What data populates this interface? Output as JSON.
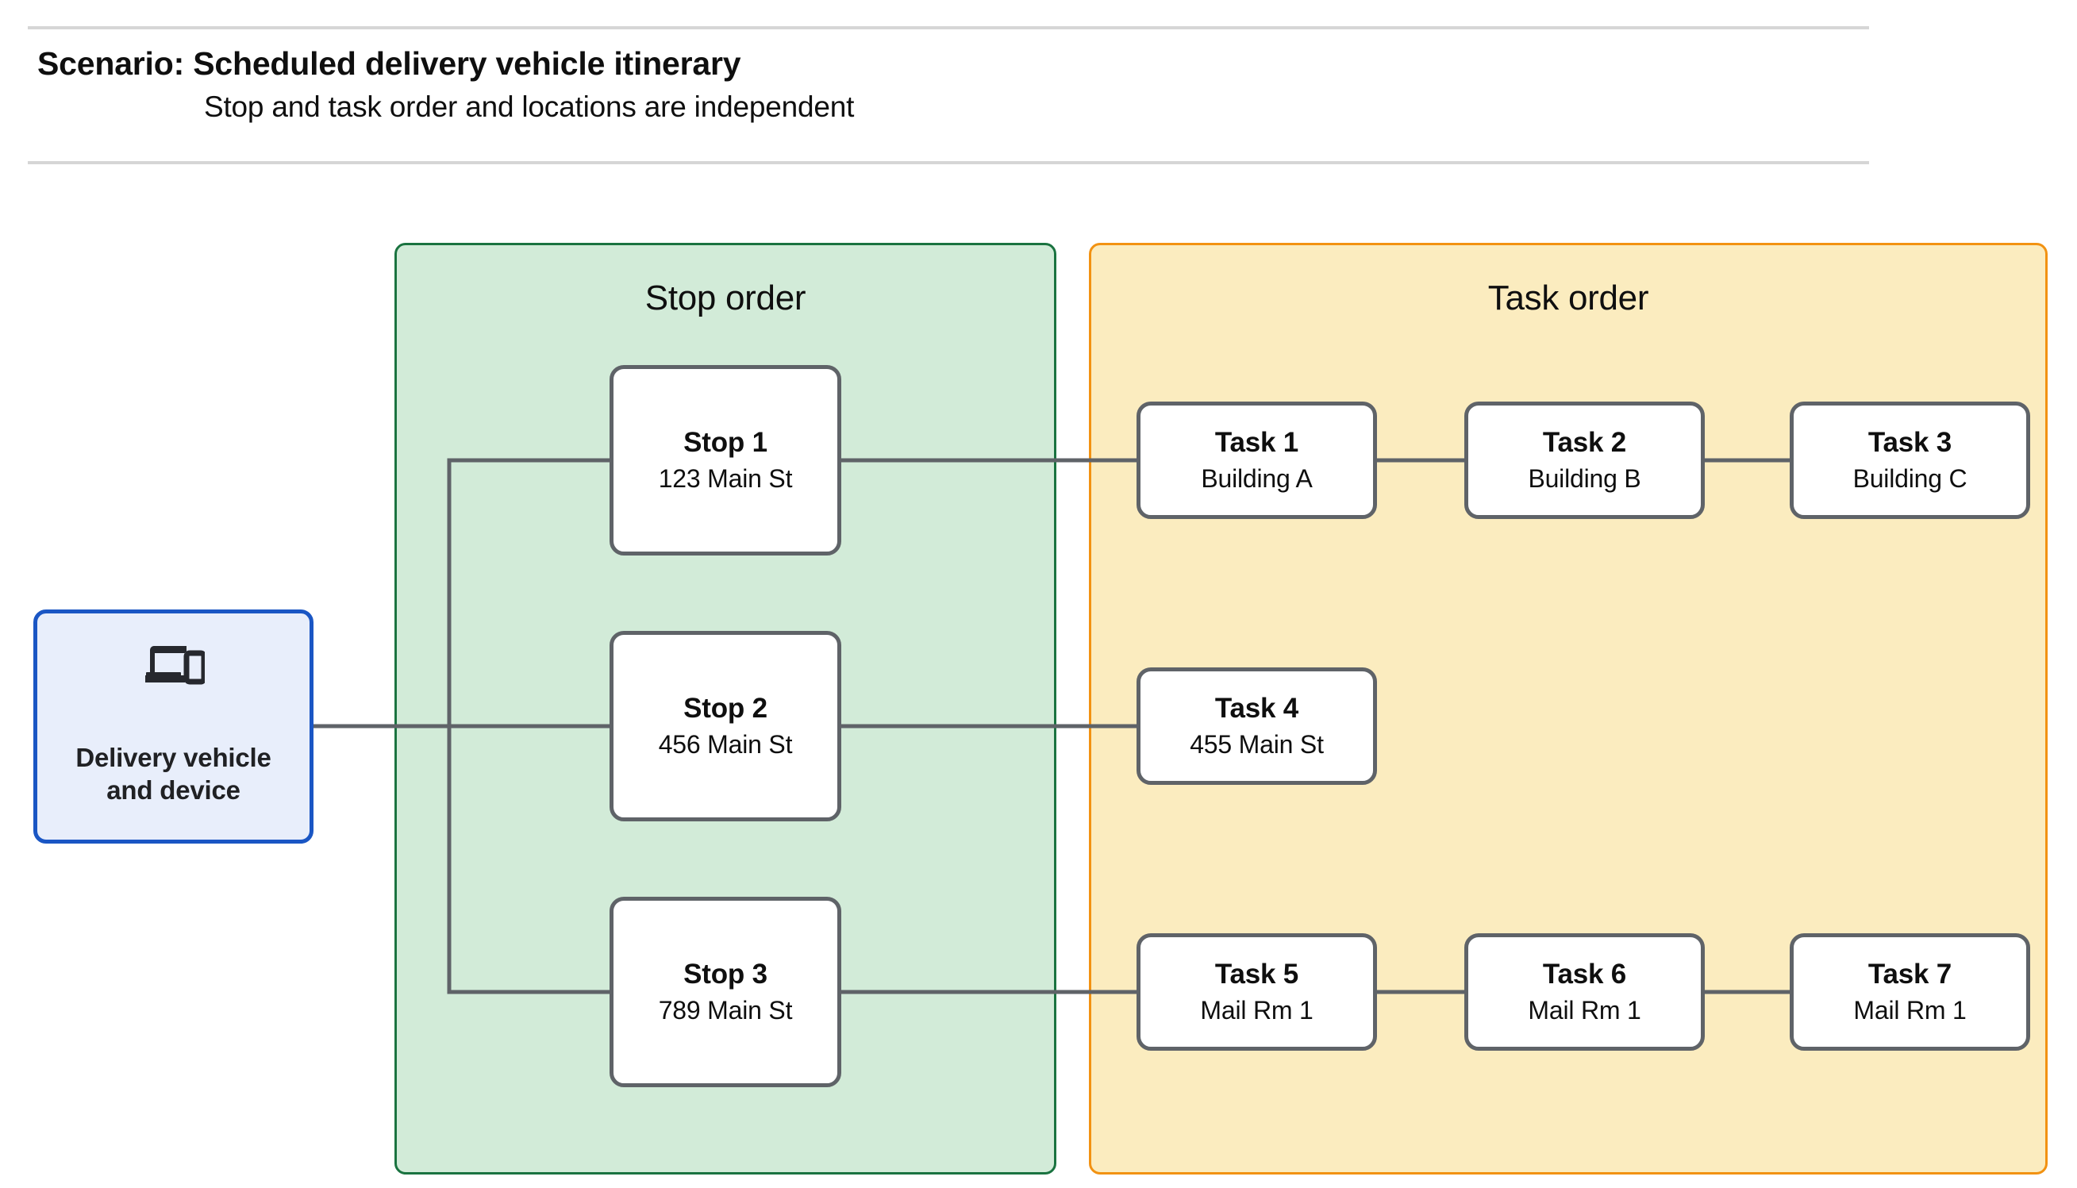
{
  "header": {
    "title": "Scenario: Scheduled delivery vehicle itinerary",
    "subtitle": "Stop and task order and locations are independent"
  },
  "vehicle": {
    "icon": "devices-icon",
    "label_line1": "Delivery vehicle",
    "label_line2": "and device"
  },
  "panels": {
    "stop": {
      "title": "Stop order",
      "fill": "#d2ebd8",
      "border": "#1a7340"
    },
    "task": {
      "title": "Task order",
      "fill": "#fbecbf",
      "border": "#f29212"
    }
  },
  "stops": [
    {
      "title": "Stop 1",
      "location": "123 Main St"
    },
    {
      "title": "Stop 2",
      "location": "456 Main St"
    },
    {
      "title": "Stop 3",
      "location": "789 Main St"
    }
  ],
  "tasks": [
    {
      "title": "Task 1",
      "location": "Building A"
    },
    {
      "title": "Task 2",
      "location": "Building B"
    },
    {
      "title": "Task 3",
      "location": "Building C"
    },
    {
      "title": "Task 4",
      "location": "455 Main St"
    },
    {
      "title": "Task 5",
      "location": "Mail Rm 1"
    },
    {
      "title": "Task 6",
      "location": "Mail Rm 1"
    },
    {
      "title": "Task 7",
      "location": "Mail Rm 1"
    }
  ],
  "colors": {
    "connector": "#5f6368",
    "node_border": "#5f6368",
    "vehicle_border": "#1a56c4",
    "vehicle_fill": "#e8eefb",
    "rule": "#d6d6d6"
  }
}
